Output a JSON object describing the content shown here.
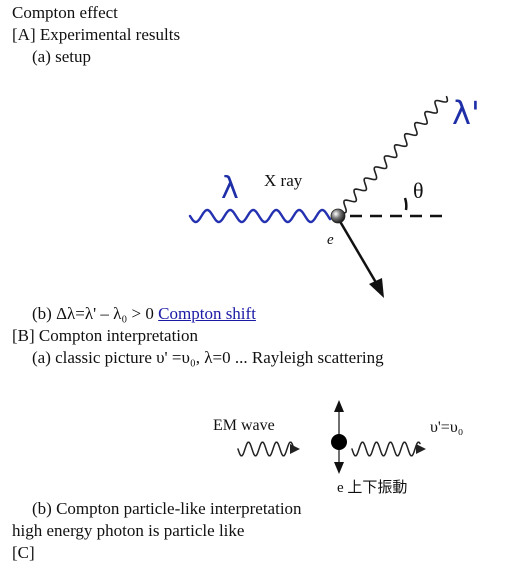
{
  "document": {
    "title": "Compton effect",
    "sectionA": "[A] Experimental results",
    "setup": "(a) setup",
    "shift_text": "(b) Δλ=λ' – λ₀ > 0",
    "shift_link": "Compton shift",
    "sectionB": "[B] Compton interpretation",
    "classic": "(a) classic picture  υ' =υ₀, λ=0 ... Rayleigh scattering",
    "particle": "(b) Compton particle-like interpretation",
    "photon": "high energy photon is particle like",
    "sectionC": "[C]"
  },
  "figure1": {
    "incident_symbol": "λ",
    "incident_label": "X ray",
    "scattered_symbol": "λ'",
    "angle_symbol": "θ",
    "electron_label": "e",
    "wave_color": "#2431b0"
  },
  "figure2": {
    "em_label": "EM wave",
    "out_label": "υ'=υ₀",
    "electron_label": "e 上下振動"
  }
}
